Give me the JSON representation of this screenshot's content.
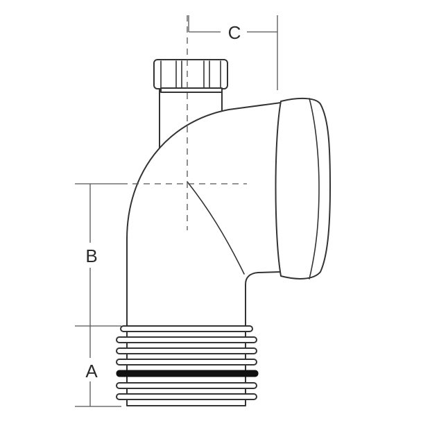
{
  "labels": {
    "a": "A",
    "b": "B",
    "c": "C"
  },
  "colors": {
    "stroke": "#333333",
    "background": "#ffffff",
    "seal_band": "#111111"
  }
}
